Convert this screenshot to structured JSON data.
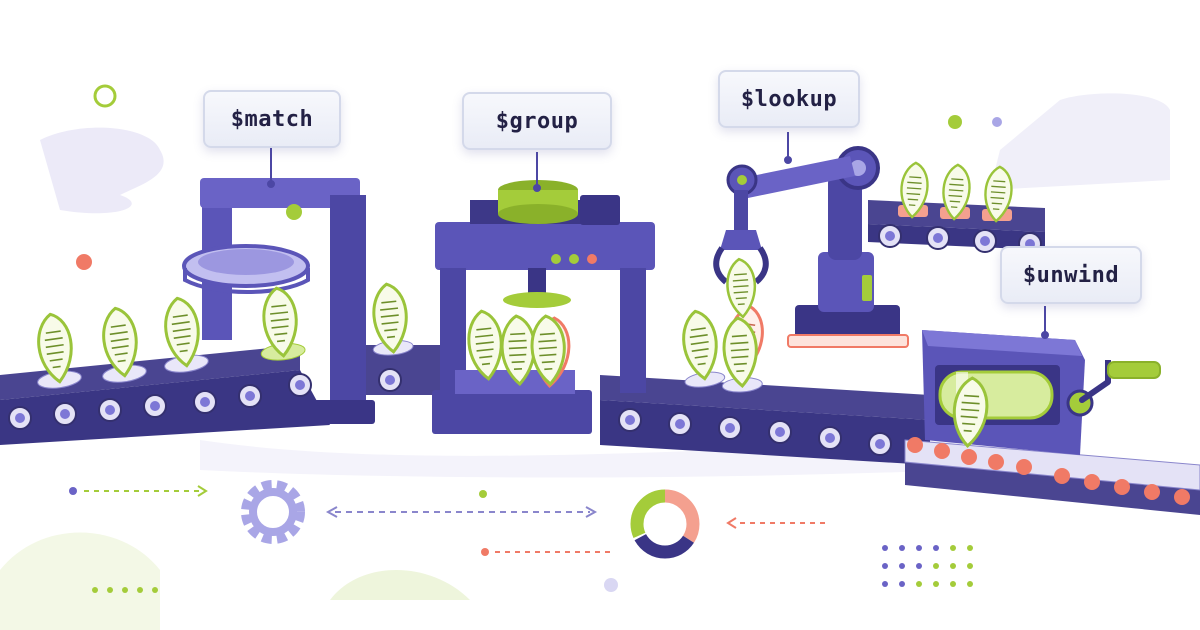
{
  "stages": [
    {
      "id": "match",
      "label": "$match"
    },
    {
      "id": "group",
      "label": "$group"
    },
    {
      "id": "lookup",
      "label": "$lookup"
    },
    {
      "id": "unwind",
      "label": "$unwind"
    }
  ],
  "colors": {
    "machine": "#5b55b8",
    "machine_dark": "#3a3586",
    "machine_light": "#7d77d6",
    "belt": "#3d3979",
    "accent_green": "#a4cc3a",
    "accent_coral": "#f07a66",
    "soft_lavender": "#eceaf8"
  },
  "icons": [
    "document-icon",
    "gear-icon",
    "donut-chart-icon",
    "robot-arm-icon",
    "sieve-icon",
    "press-icon",
    "roller-icon",
    "arrow-icon"
  ]
}
